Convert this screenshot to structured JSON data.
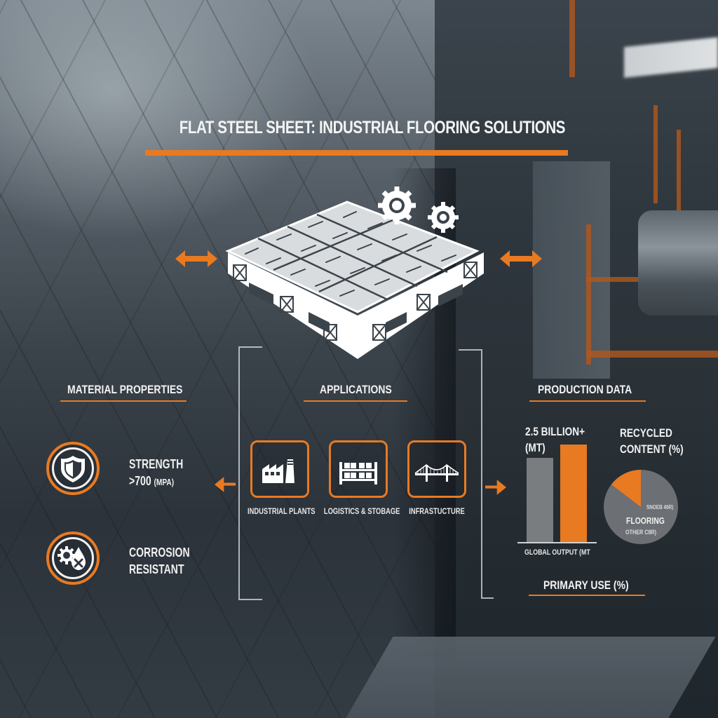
{
  "title": "FLAT STEEL SHEET: INDUSTRIAL FLOORING SOLUTIONS",
  "colors": {
    "accent": "#e87a22",
    "text": "#f2f2f2",
    "bar_gray": "#7a7d80",
    "pie_gray": "#6c6f73",
    "background_dark": "#2b3138"
  },
  "illustration": {
    "icon": "steel-pallet-floor-panel-icon",
    "gear_icon": "gears-icon",
    "left_arrow": "double-arrow-horizontal-icon",
    "right_arrow": "double-arrow-horizontal-icon"
  },
  "material_properties": {
    "heading": "MATERIAL PROPERTIES",
    "items": [
      {
        "icon": "shield-icon",
        "line1": "STRENGTH",
        "line2": ">700",
        "unit": "(MPA)"
      },
      {
        "icon": "gear-droplet-x-icon",
        "line1": "CORROSION",
        "line2": "RESISTANT",
        "unit": ""
      }
    ]
  },
  "applications": {
    "heading": "APPLICATIONS",
    "items": [
      {
        "icon": "factory-icon",
        "label": "INDUSTRIAL PLANTS"
      },
      {
        "icon": "warehouse-shelf-icon",
        "label": "LOGISTICS & STOBAGE"
      },
      {
        "icon": "bridge-icon",
        "label": "INFRASTUCTURE"
      }
    ]
  },
  "production_data": {
    "heading": "PRODUCTION DATA",
    "output_value": "2.5 BILLION+",
    "output_unit": "(MT)",
    "bar_axis_label": "GLOBAL OUTPUT (MT",
    "recycled_line1": "RECYCLED",
    "recycled_line2": "CONTENT (%)",
    "pie_labels": {
      "small_right": "SNOEB 46R)",
      "center": "FLOORING",
      "bottom": "OTHER C8R)"
    },
    "primary_use_heading": "PRIMARY USE (%)"
  },
  "chart_data": [
    {
      "type": "bar",
      "title": "2.5 BILLION+ (MT)",
      "xlabel": "GLOBAL OUTPUT (MT",
      "ylabel": "",
      "categories": [
        "Bar 1",
        "Bar 2"
      ],
      "values": [
        120,
        139
      ],
      "colors": [
        "#7a7d80",
        "#e87a22"
      ],
      "note": "Unlabeled relative bar heights (px); no axis ticks shown"
    },
    {
      "type": "pie",
      "title": "RECYCLED CONTENT (%)",
      "categories": [
        "Orange slice",
        "Gray remainder"
      ],
      "values": [
        15,
        85
      ],
      "colors": [
        "#e87a22",
        "#6c6f73"
      ],
      "labels_shown": [
        "SNOEB 46R)",
        "FLOORING",
        "OTHER C8R)"
      ],
      "note": "Slice proportions estimated from pixels"
    }
  ]
}
